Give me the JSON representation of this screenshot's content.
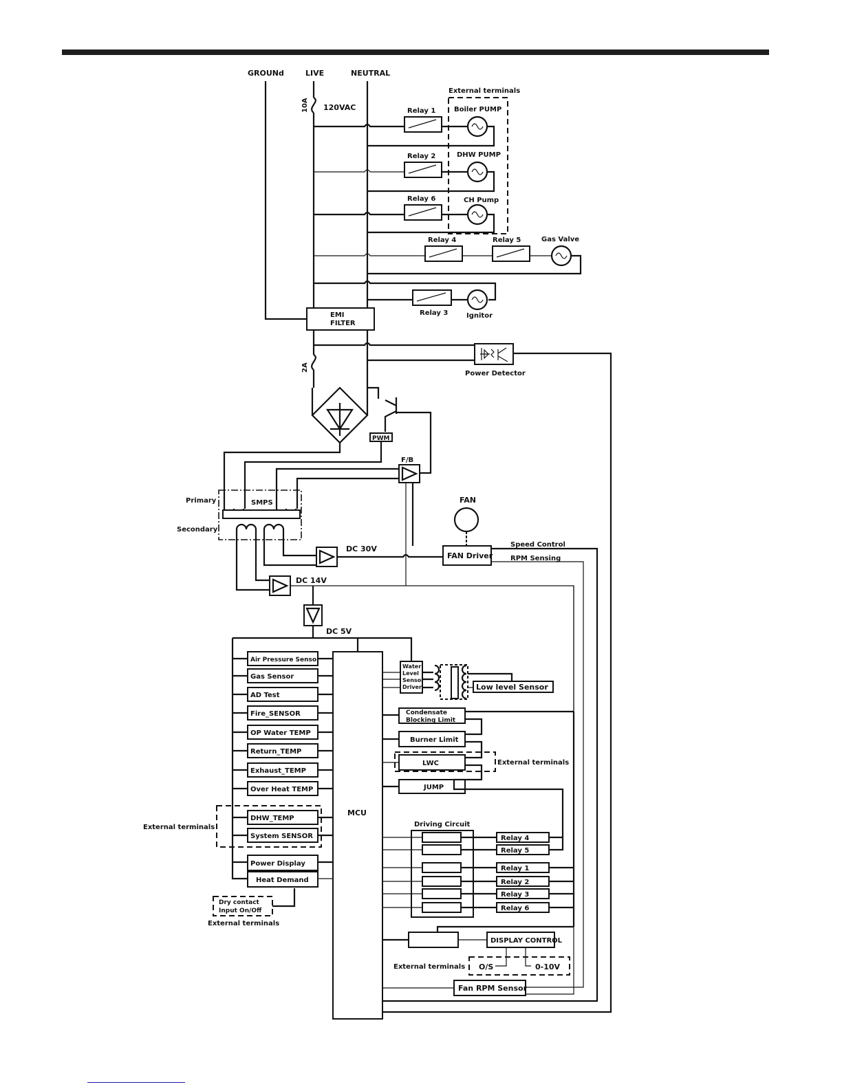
{
  "rails": {
    "ground": "GROUNd",
    "live": "LIVE",
    "neutral": "NEUTRAL"
  },
  "mains": {
    "fuse_main": "10A",
    "voltage": "120VAC",
    "fuse_secondary": "2A"
  },
  "external_terminals_label": "External terminals",
  "ac_loads": [
    {
      "relay": "Relay 1",
      "load": "Boiler PUMP"
    },
    {
      "relay": "Relay 2",
      "load": "DHW PUMP"
    },
    {
      "relay": "Relay 6",
      "load": "CH Pump"
    }
  ],
  "gas_valve_circuit": {
    "relays": [
      "Relay 4",
      "Relay 5"
    ],
    "load": "Gas Valve"
  },
  "ignitor_circuit": {
    "relay": "Relay 3",
    "load": "Ignitor"
  },
  "emi_filter": {
    "line1": "EMI",
    "line2": "FILTER"
  },
  "power_detector": "Power Detector",
  "power_supply": {
    "pwm": "PWM",
    "feedback": "F/B",
    "smps": "SMPS",
    "primary": "Primary",
    "secondary": "Secondary",
    "dc30": "DC 30V",
    "dc14": "DC 14V",
    "dc5": "DC 5V"
  },
  "fan": {
    "label": "FAN",
    "driver": "FAN Driver",
    "speed_control": "Speed Control",
    "rpm_sensing": "RPM Sensing"
  },
  "mcu": "MCU",
  "sensor_inputs": [
    "Air Pressure Sensor",
    "Gas Sensor",
    "AD Test",
    "Fire_SENSOR",
    "OP Water TEMP",
    "Return_TEMP",
    "Exhaust_TEMP",
    "Over Heat TEMP"
  ],
  "external_sensor_inputs": [
    "DHW_TEMP",
    "System SENSOR"
  ],
  "control_inputs": [
    "Power Display",
    "Heat Demand"
  ],
  "dry_contact": {
    "line1": "Dry contact",
    "line2": "Input On/Off"
  },
  "water_level": {
    "driver_lines": [
      "Water",
      "Level",
      "Sensor",
      "Driver"
    ],
    "sensor": "Low level Sensor"
  },
  "limits": {
    "condensate_line1": "Condensate",
    "condensate_line2": "Blocking Limit",
    "burner": "Burner Limit",
    "lwc": "LWC",
    "jump": "JUMP"
  },
  "driving_circuit": {
    "title": "Driving Circuit",
    "relays": [
      "Relay 4",
      "Relay 5",
      "Relay 1",
      "Relay 2",
      "Relay 3",
      "Relay 6"
    ]
  },
  "display": {
    "control": "DISPLAY CONTROL",
    "os": "O/S",
    "analog": "0-10V"
  },
  "fan_rpm_sensor": "Fan RPM Sensor"
}
